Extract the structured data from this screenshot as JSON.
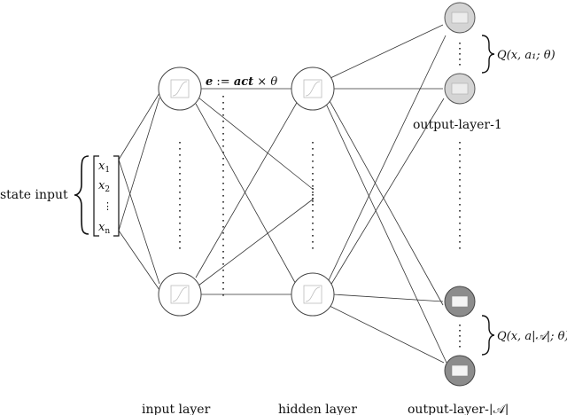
{
  "labels": {
    "state_input": "state input",
    "input_layer": "input layer",
    "hidden_layer": "hidden layer",
    "output_layer_1": "output-layer-1",
    "output_layer_A": "output-layer-|𝒜|"
  },
  "vector": {
    "x1": "x",
    "x1_sub": "1",
    "x2": "x",
    "x2_sub": "2",
    "dots": "⋮",
    "xn": "x",
    "xn_sub": "n"
  },
  "edge_formula": {
    "bold_e": "e",
    "assign": " := ",
    "bold_act": "act",
    "times": " × ",
    "theta": "θ"
  },
  "q_top": "Q(x, a₁; θ)",
  "q_bottom": "Q(x, a|𝒜|; θ)",
  "colors": {
    "output_top_fill": "#d4d4d4",
    "output_bottom_fill": "#8c8c8c",
    "line": "#333333"
  }
}
